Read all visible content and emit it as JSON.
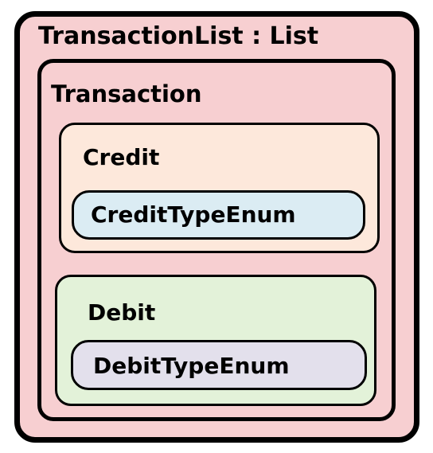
{
  "diagram": {
    "list": {
      "label": "TransactionList : List",
      "fill": "#f7cfd1",
      "item": {
        "label": "Transaction",
        "fill": "#f7cfd1",
        "credit": {
          "label": "Credit",
          "fill": "#fde8db",
          "enum": {
            "label": "CreditTypeEnum",
            "fill": "#dbecf3"
          }
        },
        "debit": {
          "label": "Debit",
          "fill": "#e3f2d9",
          "enum": {
            "label": "DebitTypeEnum",
            "fill": "#e3e0ec"
          }
        }
      }
    }
  }
}
